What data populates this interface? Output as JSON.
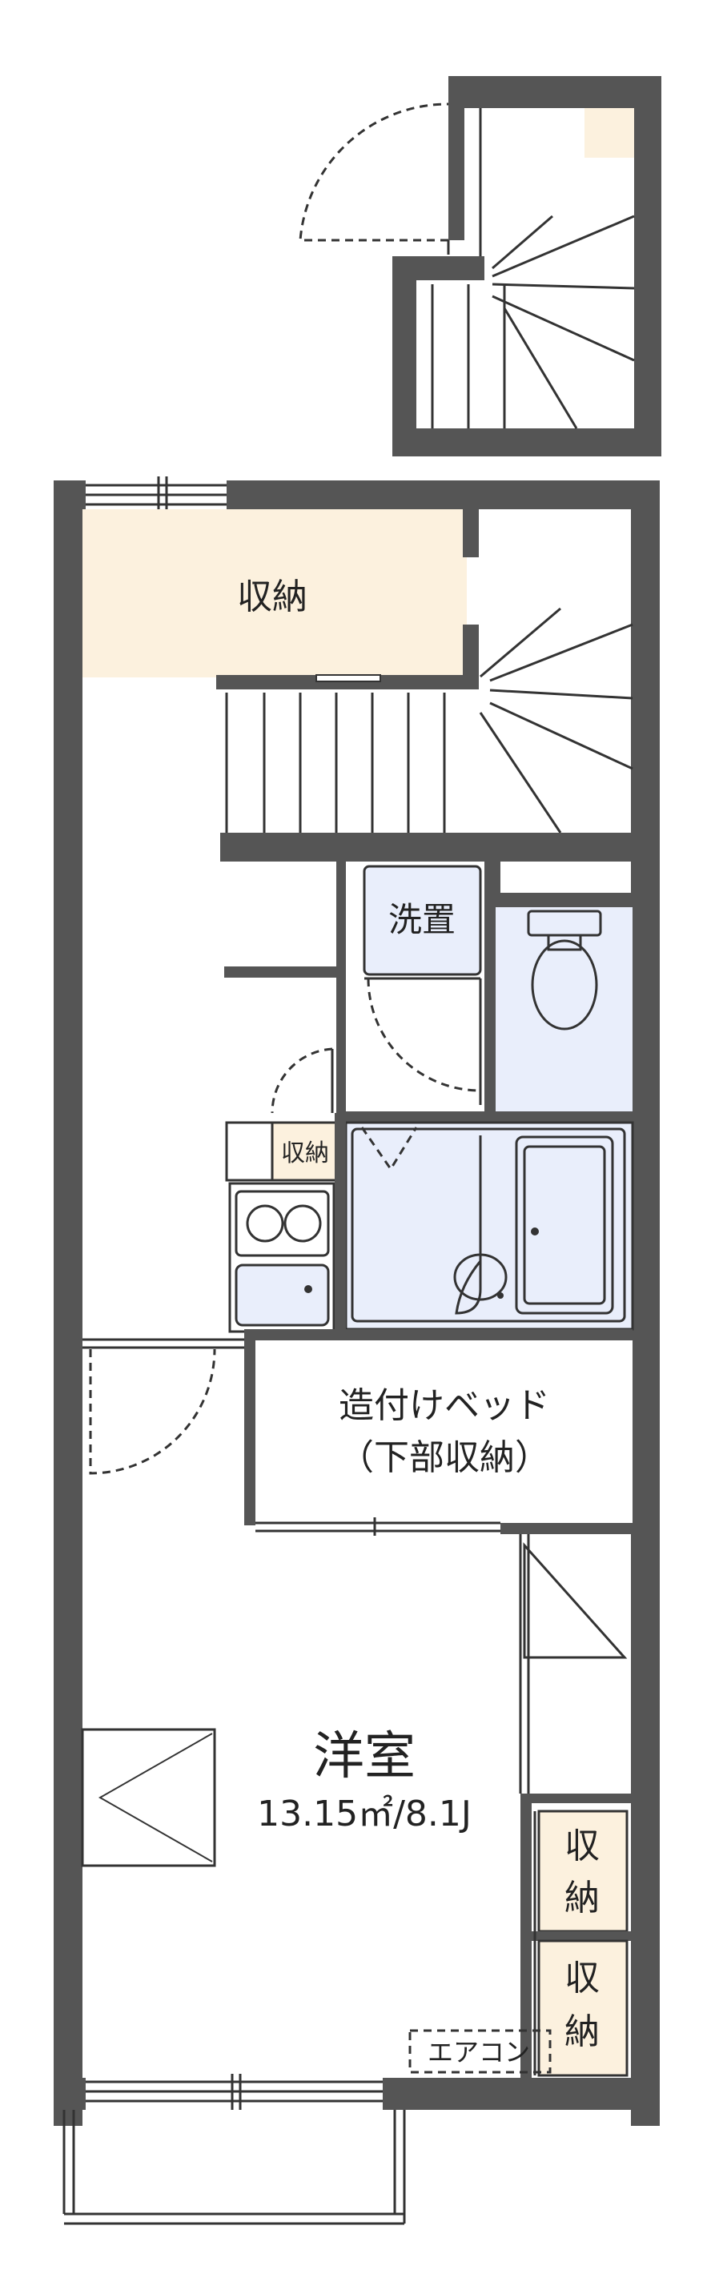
{
  "rooms": {
    "storage_top": "収納",
    "washer": "洗置",
    "storage_kitchen": "収納",
    "bed_line1": "造付けベッド",
    "bed_line2": "（下部収納）",
    "western_room": "洋室",
    "western_area": "13.15㎡/8.1J",
    "storage_right1_a": "収",
    "storage_right1_b": "納",
    "storage_right2_a": "収",
    "storage_right2_b": "納",
    "aircon": "エアコン"
  },
  "colors": {
    "wall": "#555555",
    "storage_fill": "#fcf1de",
    "wet_fill": "#e9eefb",
    "line": "#333333",
    "background": "#ffffff"
  }
}
